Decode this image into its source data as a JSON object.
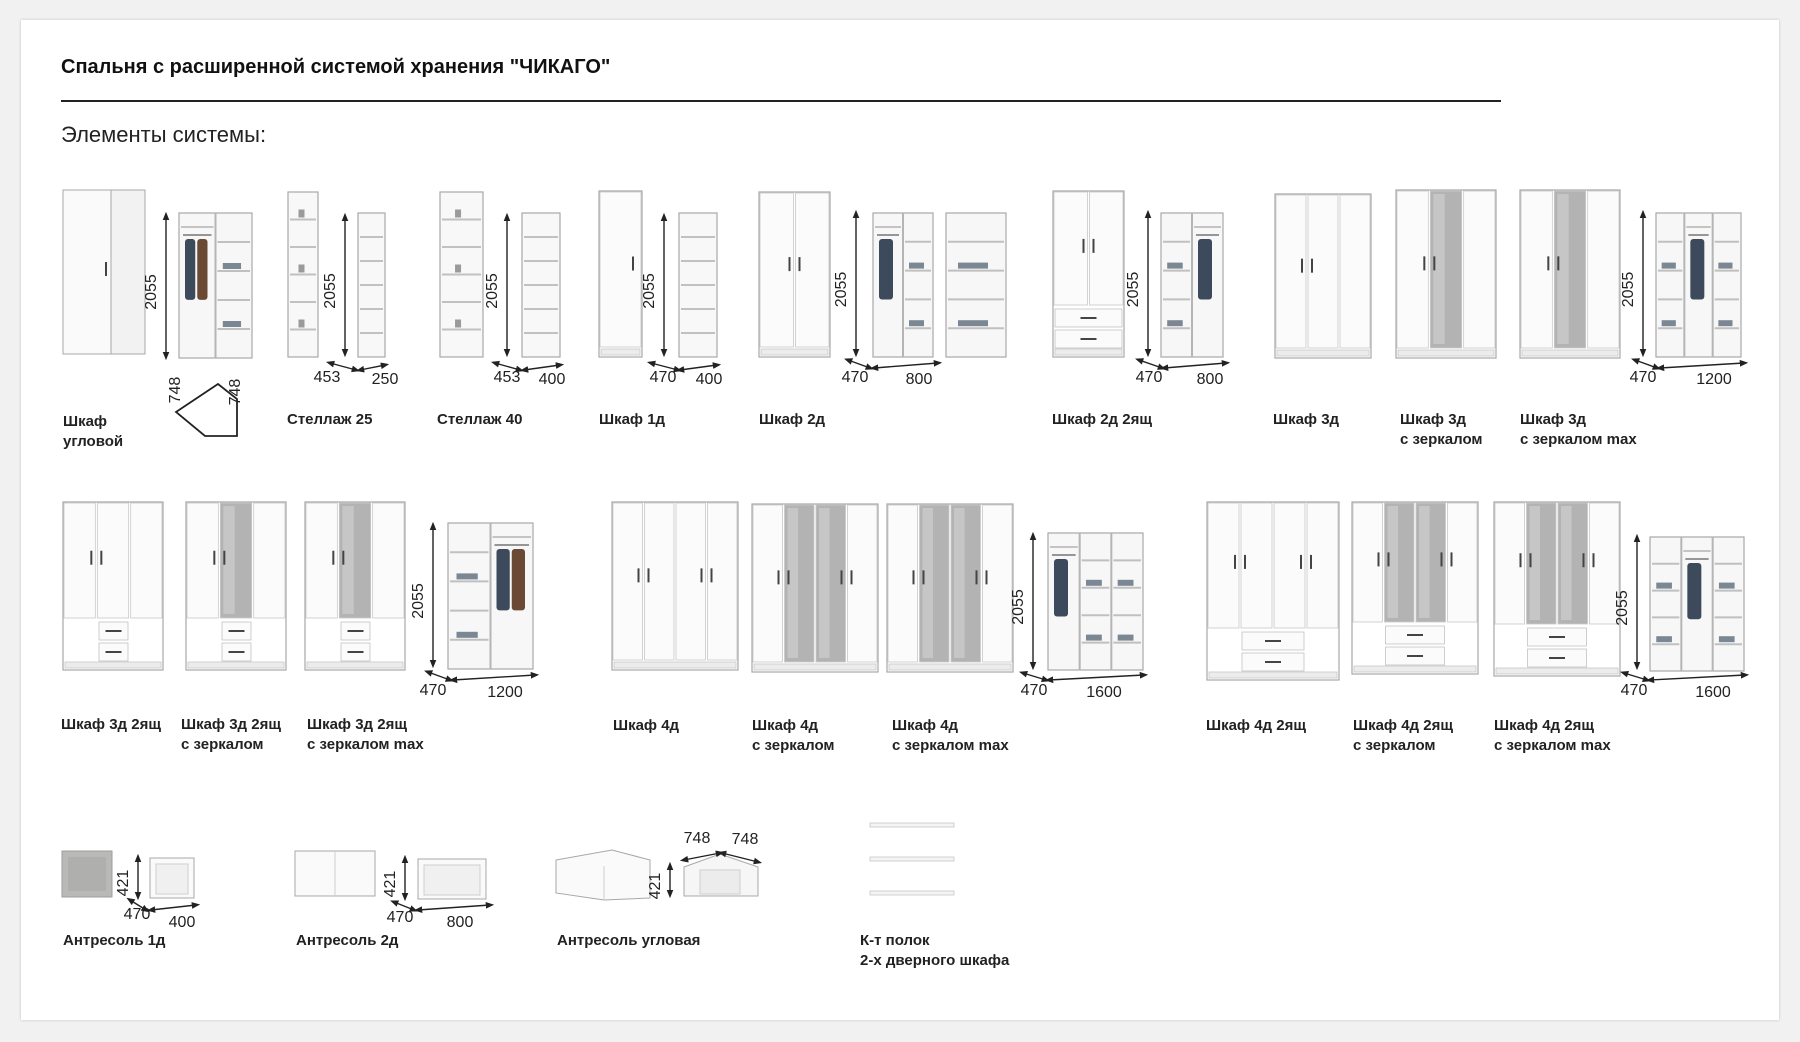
{
  "title": "Спальня с расширенной системой хранения \"ЧИКАГО\"",
  "subtitle": "Элементы системы:",
  "colors": {
    "panel": "#ffffff",
    "edge": "#a8a8a8",
    "mirror": "#b3b3b3",
    "ink": "#222222",
    "concrete": "#b9b9b7"
  },
  "items": [
    {
      "id": "corner",
      "l1": "Шкаф",
      "l2": "угловой",
      "dims": [
        "2055",
        "748",
        "748"
      ]
    },
    {
      "id": "rack25",
      "l1": "Стеллаж 25",
      "l2": "",
      "dims": [
        "2055",
        "453",
        "250"
      ]
    },
    {
      "id": "rack40",
      "l1": "Стеллаж 40",
      "l2": "",
      "dims": [
        "2055",
        "453",
        "400"
      ]
    },
    {
      "id": "w1d",
      "l1": "Шкаф 1д",
      "l2": "",
      "dims": [
        "2055",
        "470",
        "400"
      ]
    },
    {
      "id": "w2d",
      "l1": "Шкаф 2д",
      "l2": "",
      "dims": [
        "2055",
        "470",
        "800"
      ]
    },
    {
      "id": "w2d2",
      "l1": "Шкаф 2д 2ящ",
      "l2": "",
      "dims": [
        "2055",
        "470",
        "800"
      ]
    },
    {
      "id": "w3d",
      "l1": "Шкаф 3д",
      "l2": ""
    },
    {
      "id": "w3dm",
      "l1": "Шкаф 3д",
      "l2": "с зеркалом"
    },
    {
      "id": "w3dmax",
      "l1": "Шкаф 3д",
      "l2": "с зеркалом max",
      "dims": [
        "2055",
        "470",
        "1200"
      ]
    },
    {
      "id": "w3d2",
      "l1": "Шкаф 3д 2ящ",
      "l2": ""
    },
    {
      "id": "w3d2m",
      "l1": "Шкаф 3д 2ящ",
      "l2": "с зеркалом"
    },
    {
      "id": "w3d2max",
      "l1": "Шкаф 3д 2ящ",
      "l2": "с зеркалом max",
      "dims": [
        "2055",
        "470",
        "1200"
      ]
    },
    {
      "id": "w4d",
      "l1": "Шкаф 4д",
      "l2": ""
    },
    {
      "id": "w4dm",
      "l1": "Шкаф 4д",
      "l2": "с зеркалом"
    },
    {
      "id": "w4dmax",
      "l1": "Шкаф 4д",
      "l2": "с зеркалом max",
      "dims": [
        "2055",
        "470",
        "1600"
      ]
    },
    {
      "id": "w4d2",
      "l1": "Шкаф 4д 2ящ",
      "l2": ""
    },
    {
      "id": "w4d2m",
      "l1": "Шкаф 4д 2ящ",
      "l2": "с зеркалом"
    },
    {
      "id": "w4d2max",
      "l1": "Шкаф 4д 2ящ",
      "l2": "с зеркалом max",
      "dims": [
        "2055",
        "470",
        "1600"
      ]
    },
    {
      "id": "ant1",
      "l1": "Антресоль 1д",
      "l2": "",
      "dims": [
        "421",
        "470",
        "400"
      ]
    },
    {
      "id": "ant2",
      "l1": "Антресоль 2д",
      "l2": "",
      "dims": [
        "421",
        "470",
        "800"
      ]
    },
    {
      "id": "antc",
      "l1": "Антресоль угловая",
      "l2": "",
      "dims": [
        "421",
        "748",
        "748"
      ]
    },
    {
      "id": "shelves",
      "l1": "К-т полок",
      "l2": "2-х дверного шкафа"
    }
  ]
}
